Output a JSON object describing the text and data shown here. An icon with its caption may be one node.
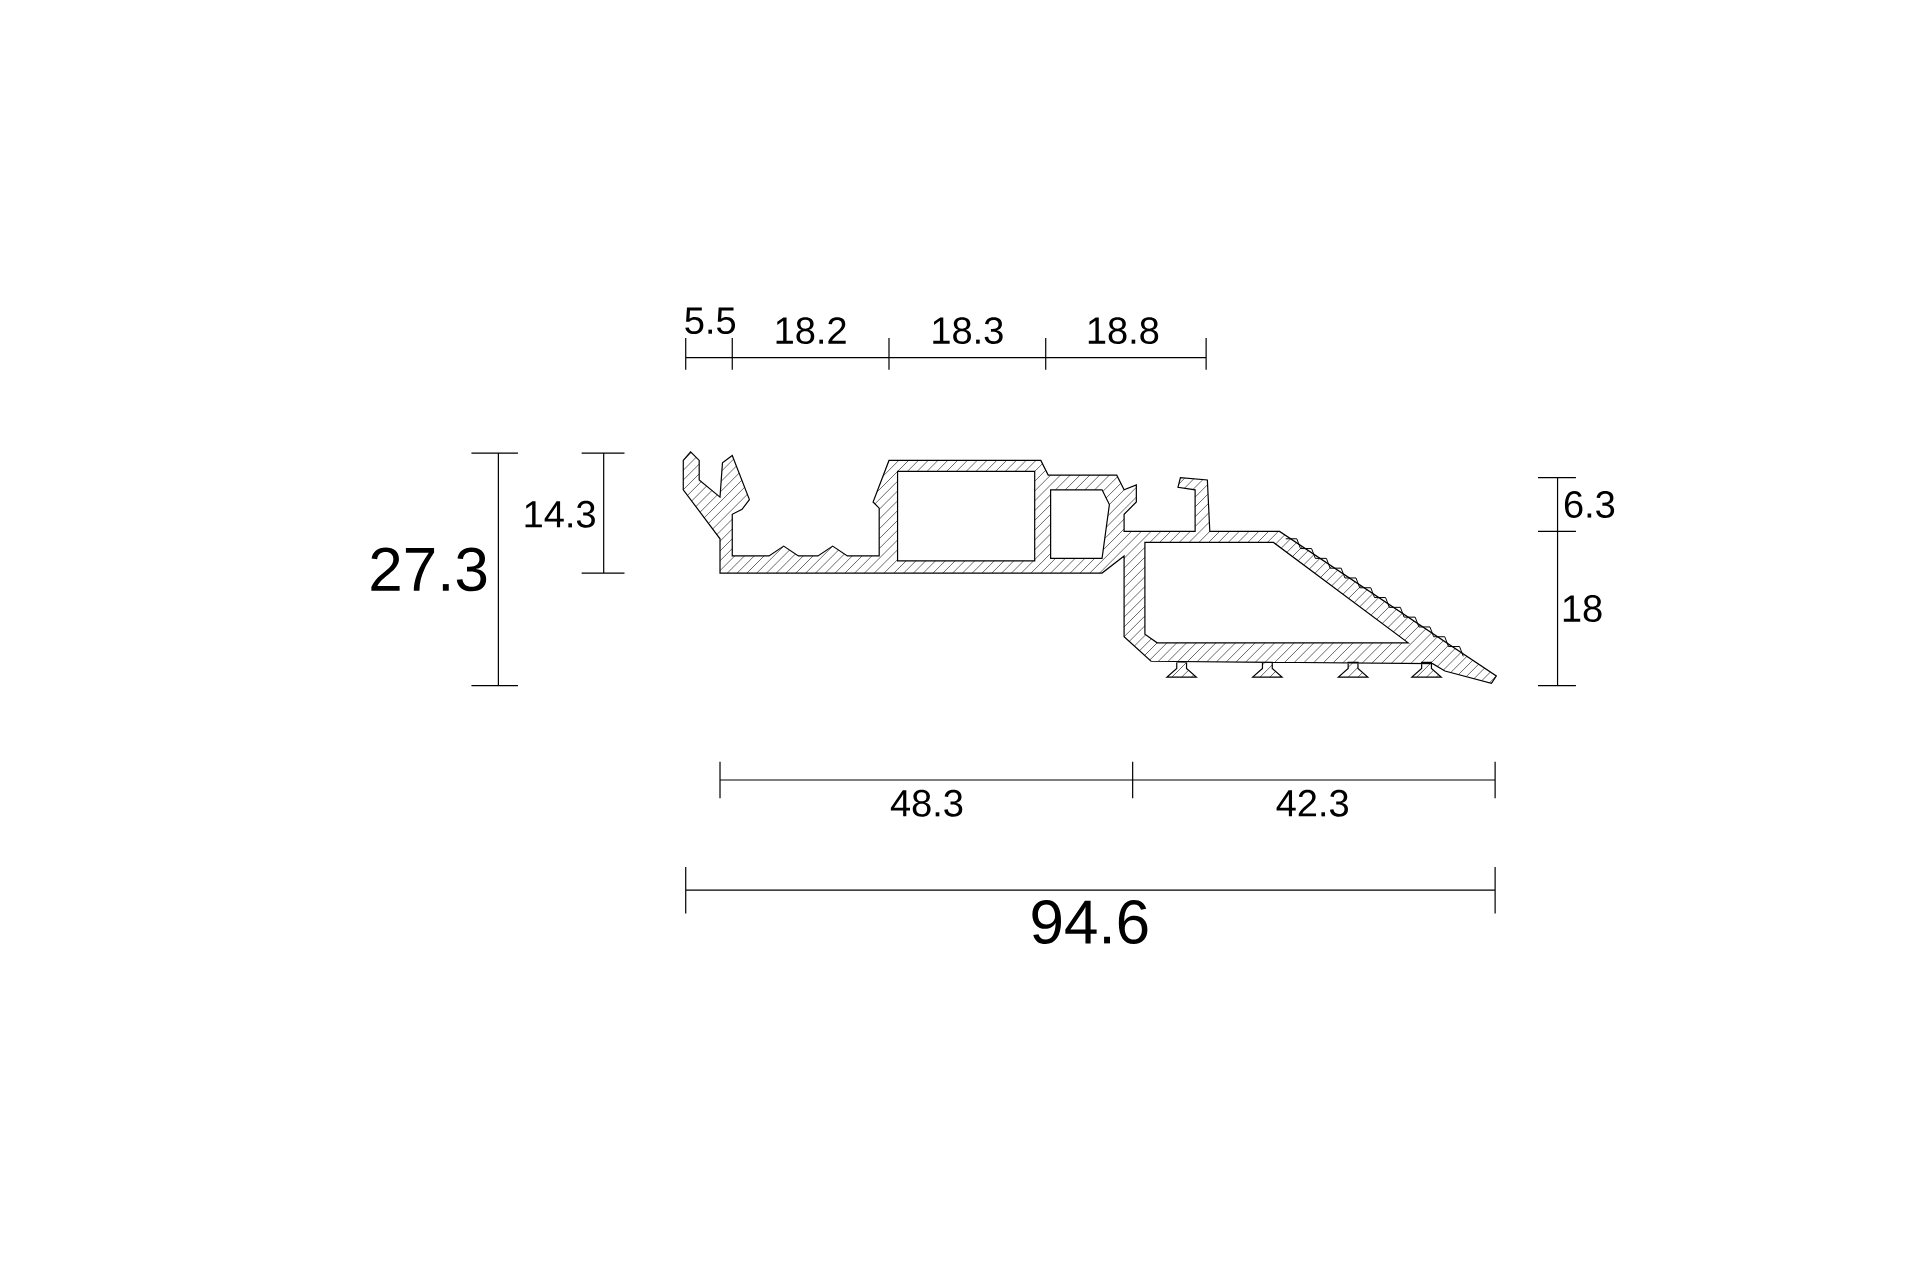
{
  "diagram": {
    "labels": [
      "5.5",
      "18.2",
      "18.3",
      "18.8",
      "27.3",
      "14.3",
      "6.3",
      "18",
      "48.3",
      "42.3",
      "94.6"
    ]
  }
}
